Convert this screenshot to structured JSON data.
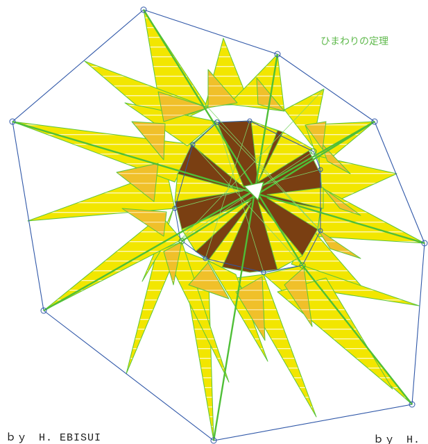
{
  "title": "ひまわりの定理",
  "credit_left": "ｂｙ　H. EBISUI",
  "credit_right": "ｂｙ　H.",
  "colors": {
    "petal": "#f2e600",
    "petal_overlap": "#f0c02a",
    "center": "#7a3f12",
    "polygon_outline": "#2f57a8",
    "green_line": "#4fbf37",
    "title": "#5fb94c"
  }
}
